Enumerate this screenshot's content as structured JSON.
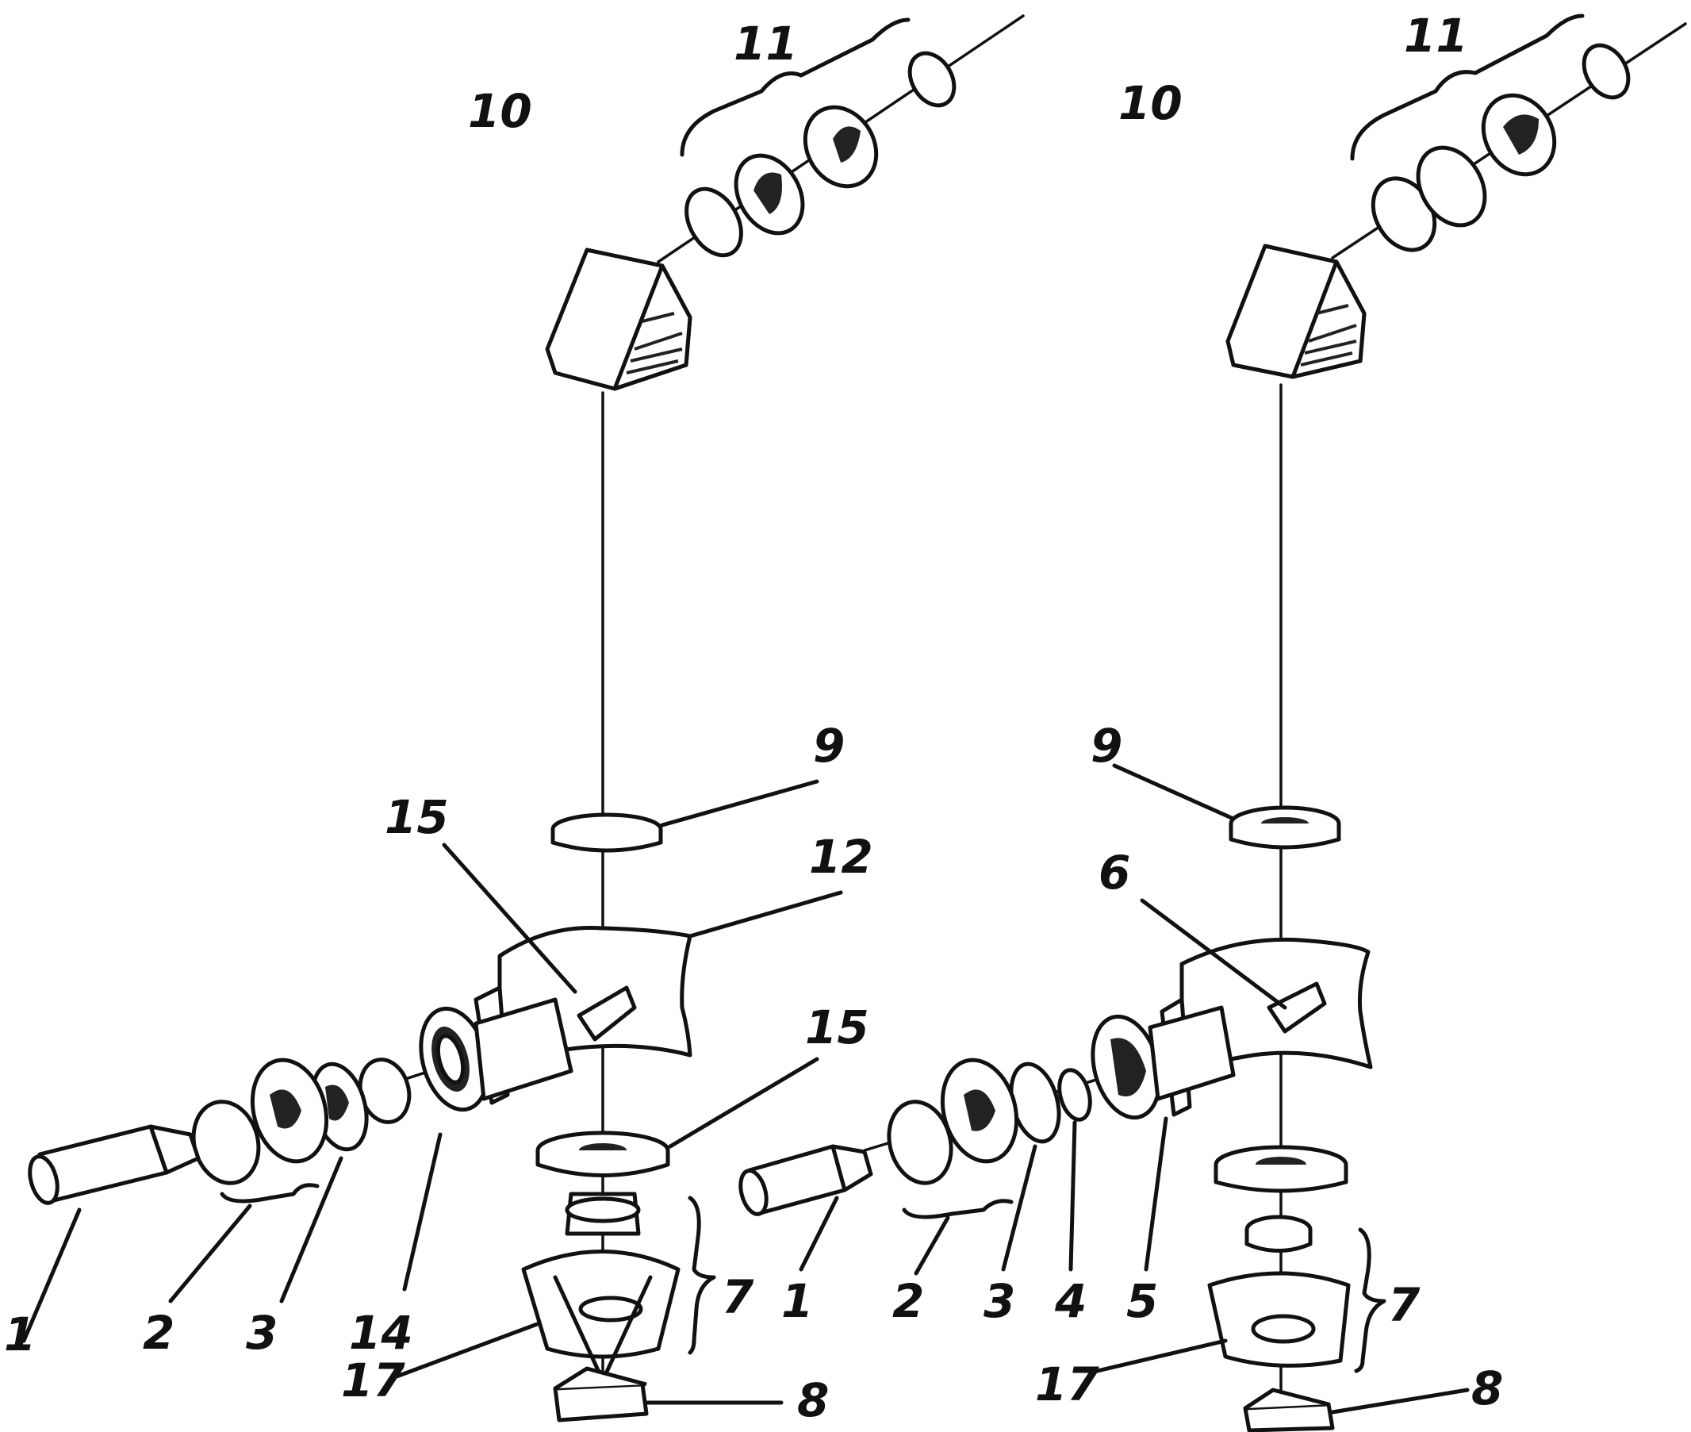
{
  "labels": {
    "left": {
      "l1": "1",
      "l2": "2",
      "l3": "3",
      "l14": "14",
      "l7": "7",
      "l17": "17",
      "l8": "8",
      "l9": "9",
      "l10": "10",
      "l11": "11",
      "l12": "12",
      "l15a": "15",
      "l15b": "15"
    },
    "right": {
      "l1": "1",
      "l2": "2",
      "l3": "3",
      "l4": "4",
      "l5": "5",
      "l6": "6",
      "l7": "7",
      "l8": "8",
      "l9": "9",
      "l10": "10",
      "l11": "11",
      "l17": "17"
    }
  }
}
